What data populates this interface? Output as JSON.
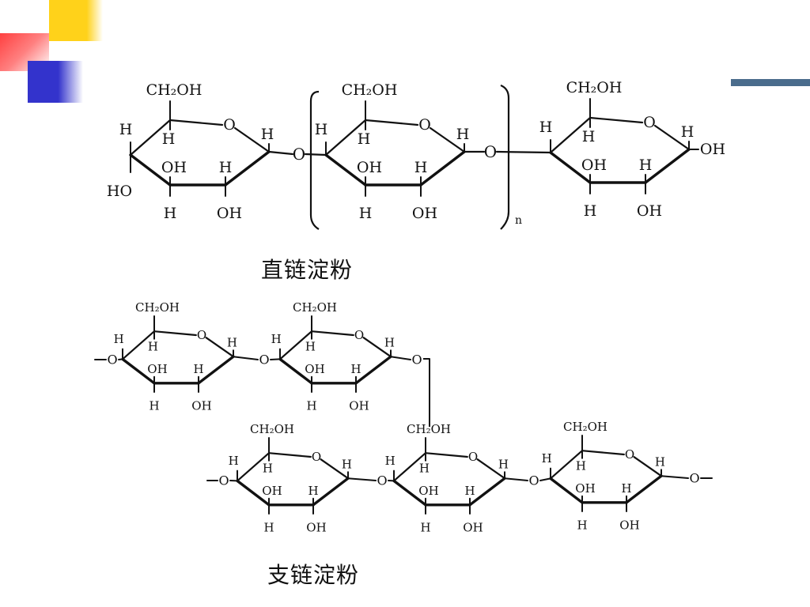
{
  "captions": {
    "amylose": "直链淀粉",
    "amylopectin": "支链淀粉"
  },
  "labels": {
    "ch2oh": "CH₂OH",
    "oh": "OH",
    "h": "H",
    "o": "O",
    "ho": "HO",
    "n": "n"
  },
  "colors": {
    "yellow": "#ffd21a",
    "red": "#ff4040",
    "blue": "#3333cc",
    "bar": "#4a6c8c",
    "ink": "#111111"
  },
  "icons": [
    "square-decoration",
    "accent-bar"
  ]
}
